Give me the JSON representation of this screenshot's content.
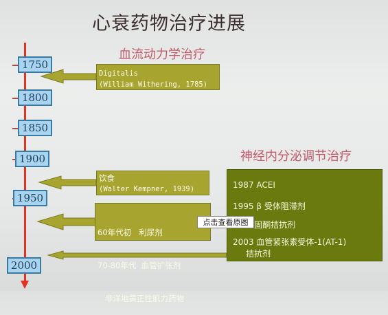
{
  "title": "心衰药物治疗进展",
  "subtitles": {
    "hemodynamic": "血流动力学治疗",
    "neurohormonal": "神经内分泌调节治疗"
  },
  "timeline": {
    "years": [
      "1750",
      "1800",
      "1850",
      "1900",
      "1950",
      "2000"
    ]
  },
  "boxes": {
    "digitalis": [
      "Digitalis",
      "(William Withering, 1785)"
    ],
    "diet": [
      "饮食",
      "(Walter Kempner, 1939)"
    ],
    "drugs": [
      "60年代初   利尿剂",
      "70-80年代  血管扩张剂",
      "   非洋地黄正性肌力药物"
    ],
    "neuro": [
      "1987 ACEI",
      "1995 β 受体阻滞剂",
      "     醛固酮拮抗剂",
      "2003 血管紧张素受体-1(AT-1)",
      "     拮抗剂"
    ]
  },
  "tooltip": "点击查看原图",
  "colors": {
    "axis": "#e23320",
    "box": "#a7a52f",
    "dark_box": "#6b7a0e",
    "year_fill": "#a9d4ef"
  }
}
